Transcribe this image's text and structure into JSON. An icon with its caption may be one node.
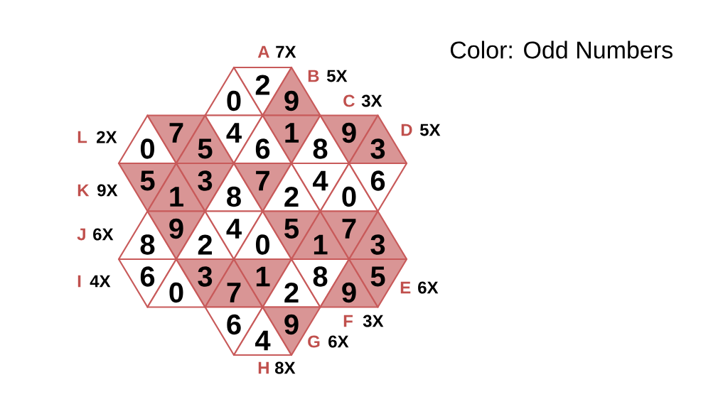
{
  "diagram": {
    "title": "Color: Odd Numbers",
    "nodes": [
      {
        "text": [
          "0"
        ]
      },
      {
        "text": [
          "2"
        ]
      },
      {
        "text": [
          "9"
        ]
      },
      {
        "text": [
          "0"
        ]
      },
      {
        "text": [
          "7"
        ]
      },
      {
        "text": [
          "5"
        ]
      },
      {
        "text": [
          "4"
        ]
      },
      {
        "text": [
          "6"
        ]
      },
      {
        "text": [
          "1"
        ]
      },
      {
        "text": [
          "8"
        ]
      },
      {
        "text": [
          "9"
        ]
      },
      {
        "text": [
          "3"
        ]
      },
      {
        "text": [
          "5"
        ]
      },
      {
        "text": [
          "1"
        ]
      },
      {
        "text": [
          "3"
        ]
      },
      {
        "text": [
          "8"
        ]
      },
      {
        "text": [
          "7"
        ]
      },
      {
        "text": [
          "2"
        ]
      },
      {
        "text": [
          "4"
        ]
      },
      {
        "text": [
          "0"
        ]
      },
      {
        "text": [
          "6"
        ]
      },
      {
        "text": [
          "8"
        ]
      },
      {
        "text": [
          "9"
        ]
      },
      {
        "text": [
          "2"
        ]
      },
      {
        "text": [
          "4"
        ]
      },
      {
        "text": [
          "0"
        ]
      },
      {
        "text": [
          "5"
        ]
      },
      {
        "text": [
          "1"
        ]
      },
      {
        "text": [
          "7"
        ]
      },
      {
        "text": [
          "3"
        ]
      },
      {
        "text": [
          "6"
        ]
      },
      {
        "text": [
          "0"
        ]
      },
      {
        "text": [
          "3"
        ]
      },
      {
        "text": [
          "7"
        ]
      },
      {
        "text": [
          "1"
        ]
      },
      {
        "text": [
          "2"
        ]
      },
      {
        "text": [
          "8"
        ]
      },
      {
        "text": [
          "9"
        ]
      },
      {
        "text": [
          "5"
        ]
      },
      {
        "text": [
          "6"
        ]
      },
      {
        "text": [
          "4"
        ]
      },
      {
        "text": [
          "9"
        ]
      }
    ],
    "labels": [
      "A",
      "7X",
      "B",
      "5X",
      "C",
      "3X",
      "D",
      "5X",
      "L",
      "2X",
      "K",
      "9X",
      "J",
      "6X",
      "I",
      "4X",
      "E",
      "6X",
      "F",
      "3X",
      "G",
      "6X",
      "H",
      "8X"
    ]
  }
}
